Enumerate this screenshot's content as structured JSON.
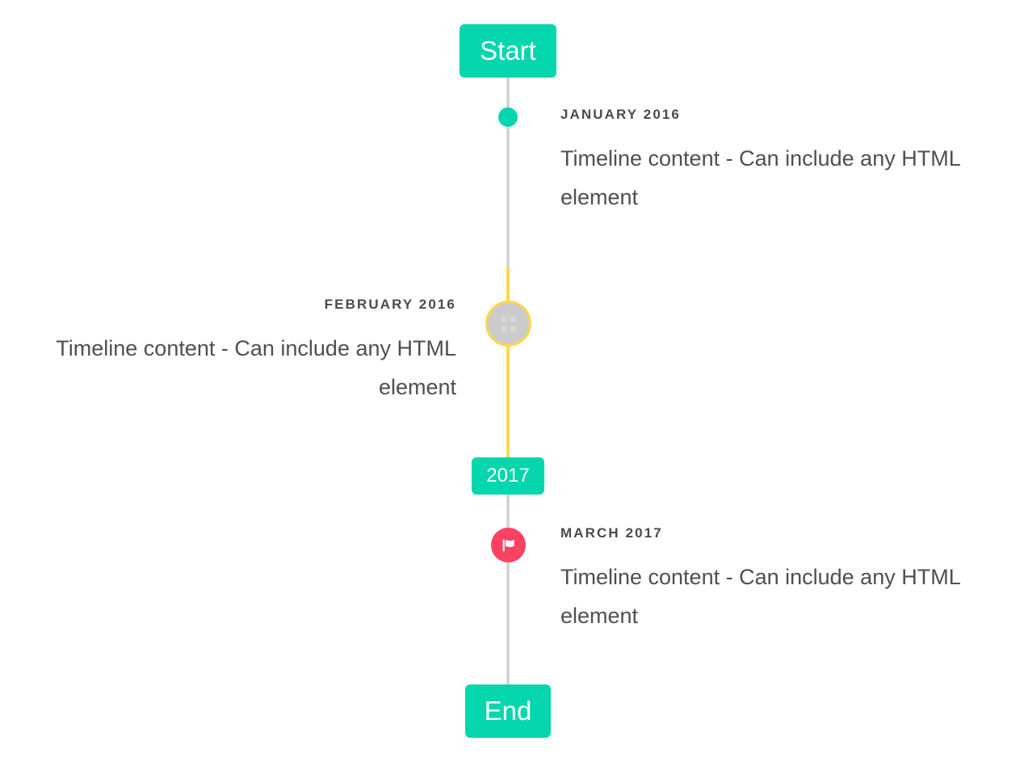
{
  "colors": {
    "accent_teal": "#05d6ae",
    "accent_yellow": "#fdd74c",
    "accent_pink": "#fb4263",
    "axis_gray": "#d5d5d5",
    "marker_gray": "#cbcbcb",
    "text_dark": "#4a4a4a",
    "text_body": "#4f4f4f",
    "background": "#ffffff"
  },
  "timeline": {
    "start_badge": {
      "label": "Start"
    },
    "mid_badge": {
      "label": "2017"
    },
    "end_badge": {
      "label": "End"
    },
    "events": [
      {
        "id": "january-2016",
        "date": "JANUARY 2016",
        "body": "Timeline content - Can include any HTML element",
        "side": "right",
        "marker": "dot",
        "marker_icon": "none",
        "marker_color": "#05d6ae"
      },
      {
        "id": "february-2016",
        "date": "FEBRUARY 2016",
        "body": "Timeline content - Can include any HTML element",
        "side": "left",
        "marker": "large-circle",
        "marker_icon": "grid-icon",
        "marker_color": "#cbcbcb",
        "marker_border_color": "#fdd74c"
      },
      {
        "id": "march-2017",
        "date": "MARCH 2017",
        "body": "Timeline content - Can include any HTML element",
        "side": "right",
        "marker": "circle",
        "marker_icon": "flag-icon",
        "marker_color": "#fb4263"
      }
    ]
  }
}
